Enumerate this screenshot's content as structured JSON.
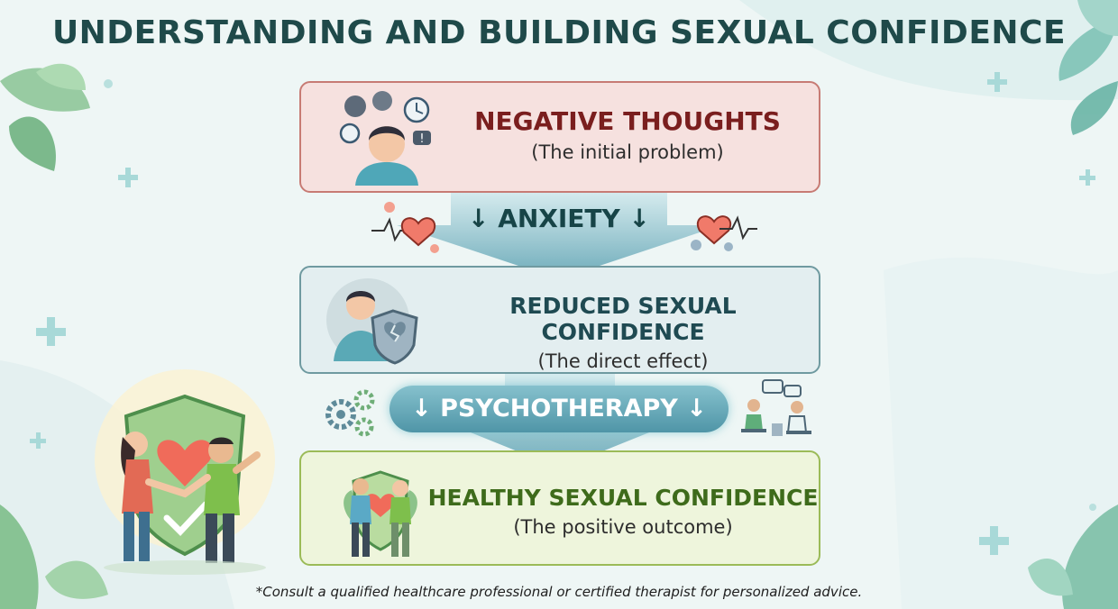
{
  "title": "UNDERSTANDING AND BUILDING SEXUAL CONFIDENCE",
  "stages": [
    {
      "title": "NEGATIVE THOUGHTS",
      "subtitle": "(The initial problem)"
    },
    {
      "title": "REDUCED SEXUAL CONFIDENCE",
      "subtitle": "(The direct effect)"
    },
    {
      "title": "HEALTHY SEXUAL CONFIDENCE",
      "subtitle": "(The positive outcome)"
    }
  ],
  "connectors": [
    {
      "label": "↓ ANXIETY ↓"
    },
    {
      "label": "↓ PSYCHOTHERAPY ↓"
    }
  ],
  "disclaimer": "*Consult a qualified healthcare professional or certified therapist for personalized advice.",
  "colors": {
    "title": "#1f4a4a",
    "negative": "#7a1e1e",
    "reduced": "#1f4a52",
    "healthy": "#3e6b1b",
    "arrow": "#7fb9c8"
  }
}
